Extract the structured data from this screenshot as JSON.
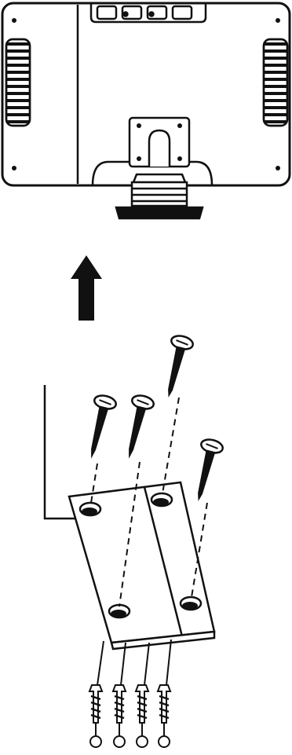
{
  "diagram": {
    "kind": "installation-illustration",
    "colors": {
      "ink": "#111111",
      "paper": "#ffffff"
    },
    "steps": [
      {
        "id": "monitor",
        "icon": "monitor-back-icon"
      },
      {
        "id": "arrow",
        "icon": "up-arrow-icon"
      },
      {
        "id": "bracket",
        "icon": "mounting-bracket-icon"
      },
      {
        "id": "screws",
        "icon": "screw-icon",
        "count": 4
      },
      {
        "id": "anchors",
        "icon": "wall-anchor-icon",
        "count": 4
      }
    ]
  }
}
